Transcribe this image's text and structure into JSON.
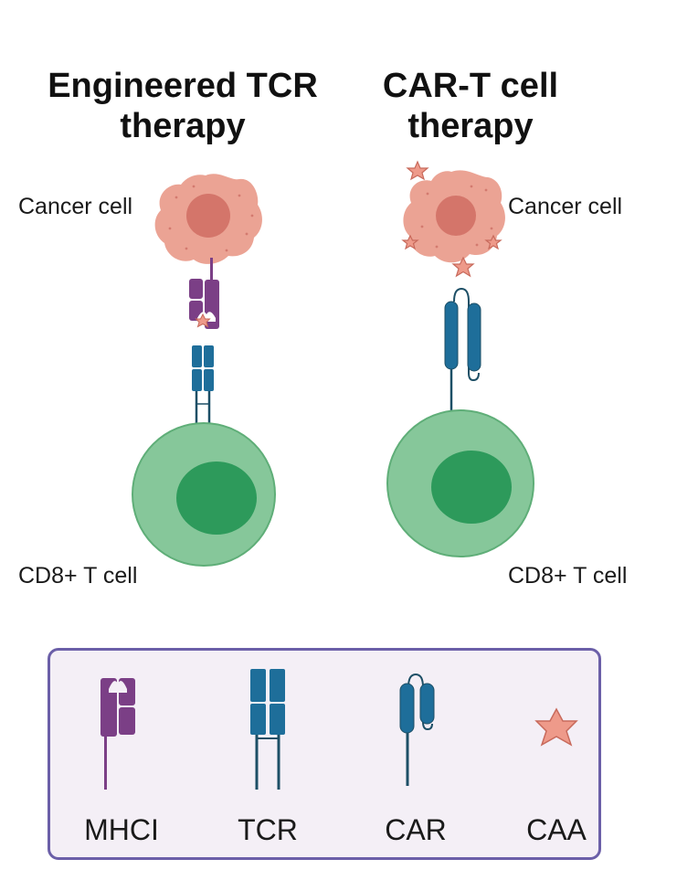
{
  "titles": {
    "tcr": "Engineered TCR therapy",
    "car": "CAR-T cell therapy"
  },
  "labels": {
    "cancer_cell_left": "Cancer cell",
    "cancer_cell_right": "Cancer cell",
    "t_cell_left": "CD8+ T cell",
    "t_cell_right": "CD8+ T cell"
  },
  "legend": {
    "items": [
      {
        "label": "MHCI",
        "icon": "mhci-icon"
      },
      {
        "label": "TCR",
        "icon": "tcr-icon"
      },
      {
        "label": "CAR",
        "icon": "car-icon"
      },
      {
        "label": "CAA",
        "icon": "caa-star-icon"
      }
    ]
  },
  "colors": {
    "cancer_cell": "#eba394",
    "cancer_nucleus": "#d4756a",
    "t_cell_outer": "#86c79a",
    "t_cell_nucleus": "#2d9a5b",
    "mhci": "#7b3f86",
    "tcr": "#1e6e9a",
    "car": "#1e6e9a",
    "caa": "#ee9a8a",
    "legend_border": "#6b5fa8",
    "legend_bg": "#f4eff6"
  }
}
